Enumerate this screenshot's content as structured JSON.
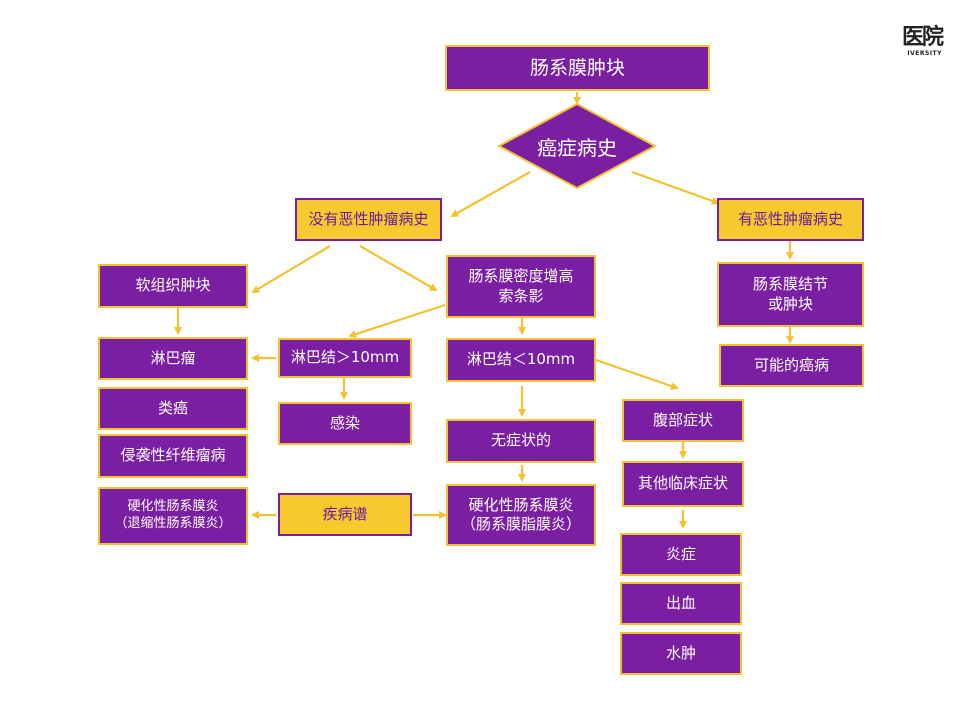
{
  "logo": {
    "mark": "医院",
    "sub": "IVERSITY"
  },
  "diagram": {
    "title": "肠系膜肿块",
    "decision": "癌症病史",
    "no_history": "没有恶性肿瘤病史",
    "has_history": "有恶性肿瘤病史",
    "soft_tissue": "软组织肿块",
    "density": "肠系膜密度增高\n索条影",
    "nodule": "肠系膜结节\n或肿块",
    "lymphoma": "淋巴瘤",
    "carcinoid": "类癌",
    "fibromatosis": "侵袭性纤维瘤病",
    "sclerosing_left": "硬化性肠系膜炎\n（退缩性肠系膜炎）",
    "node_gt10": "淋巴结＞10mm",
    "infection": "感染",
    "spectrum": "疾病谱",
    "node_lt10": "淋巴结＜10mm",
    "asymptomatic": "无症状的",
    "sclerosing_right": "硬化性肠系膜炎\n（肠系膜脂膜炎）",
    "possible_cancer": "可能的癌病",
    "abdominal": "腹部症状",
    "other_clinical": "其他临床症状",
    "inflammation": "炎症",
    "bleeding": "出血",
    "edema": "水肿"
  },
  "colors": {
    "purple": "#7b1fa2",
    "yellow": "#f7c92e",
    "arrow": "#f2c233"
  }
}
